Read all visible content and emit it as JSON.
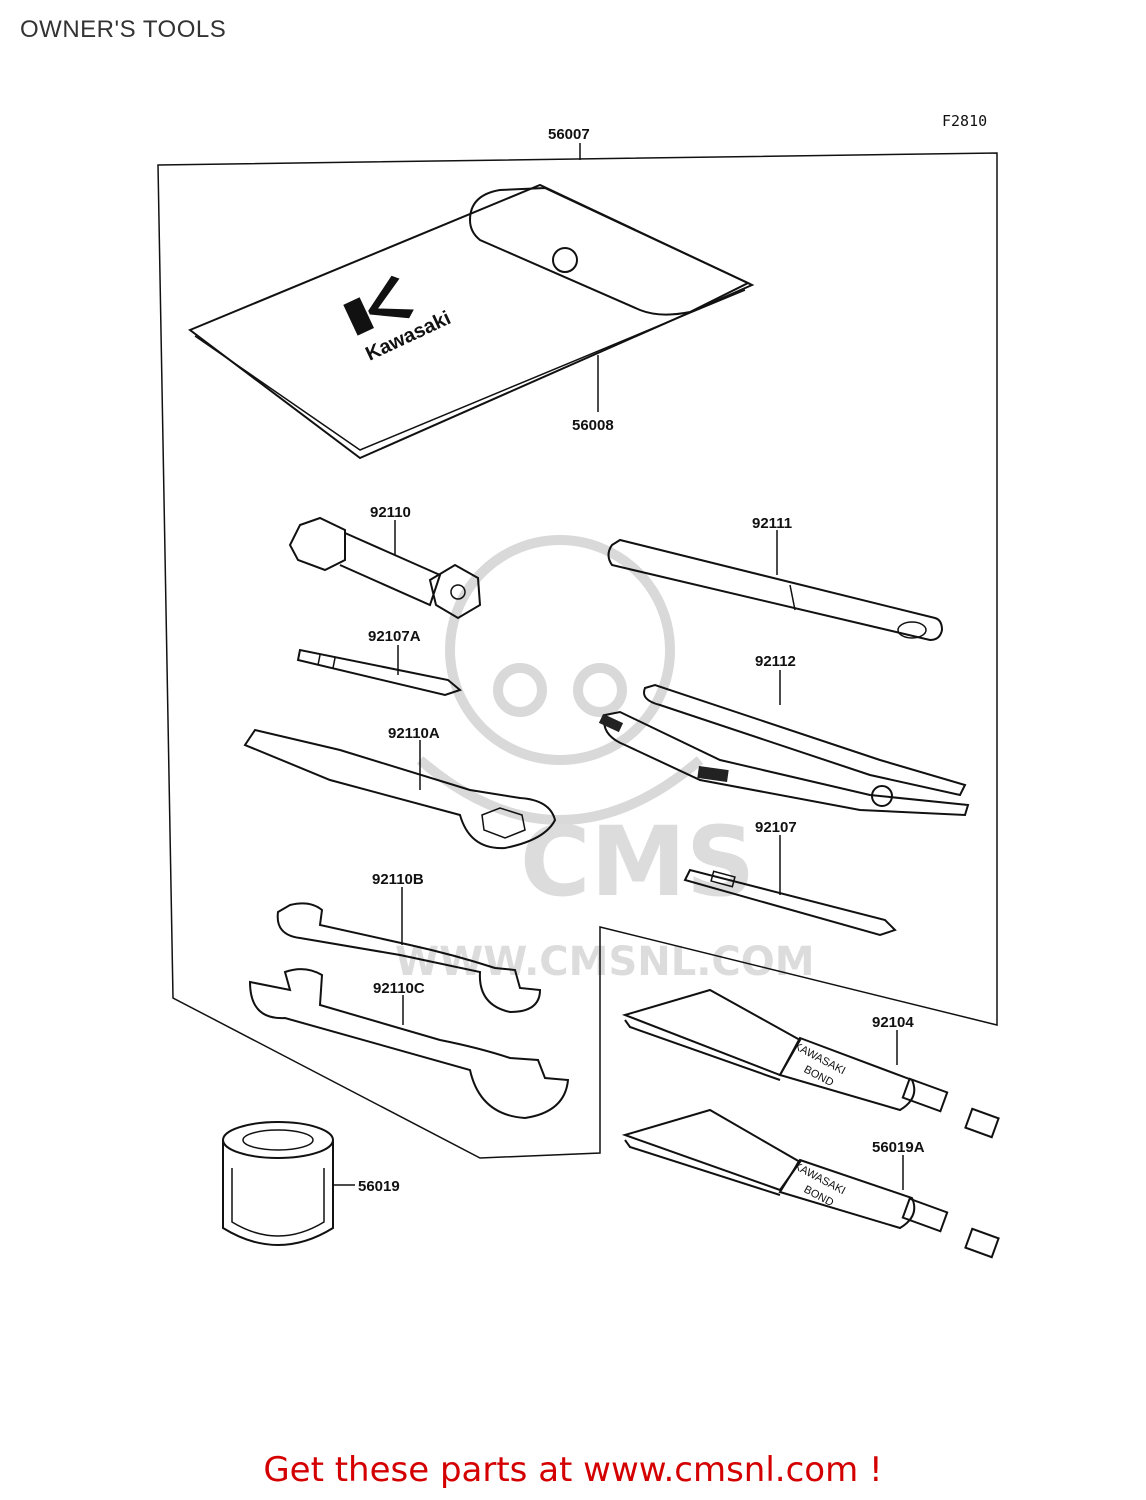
{
  "page": {
    "title": "OWNER'S TOOLS",
    "figure_code": "F2810",
    "promo_text": "Get these parts at www.cmsnl.com !"
  },
  "watermark": {
    "brand": "CMS",
    "url": "WWW.CMSNL.COM"
  },
  "pouch": {
    "logo_text": "Kawasaki"
  },
  "tubes": {
    "label_line1": "KAWASAKI",
    "label_line2": "BOND"
  },
  "callouts": {
    "kit": "56007",
    "pouch": "56008",
    "plug_wrench": "92110",
    "handle": "92111",
    "screwdriver_a": "92107A",
    "pliers": "92112",
    "ring_wrench": "92110A",
    "screwdriver": "92107",
    "wrench_b": "92110B",
    "wrench_c": "92110C",
    "bond_1": "92104",
    "bond_2": "56019A",
    "grease": "56019"
  }
}
